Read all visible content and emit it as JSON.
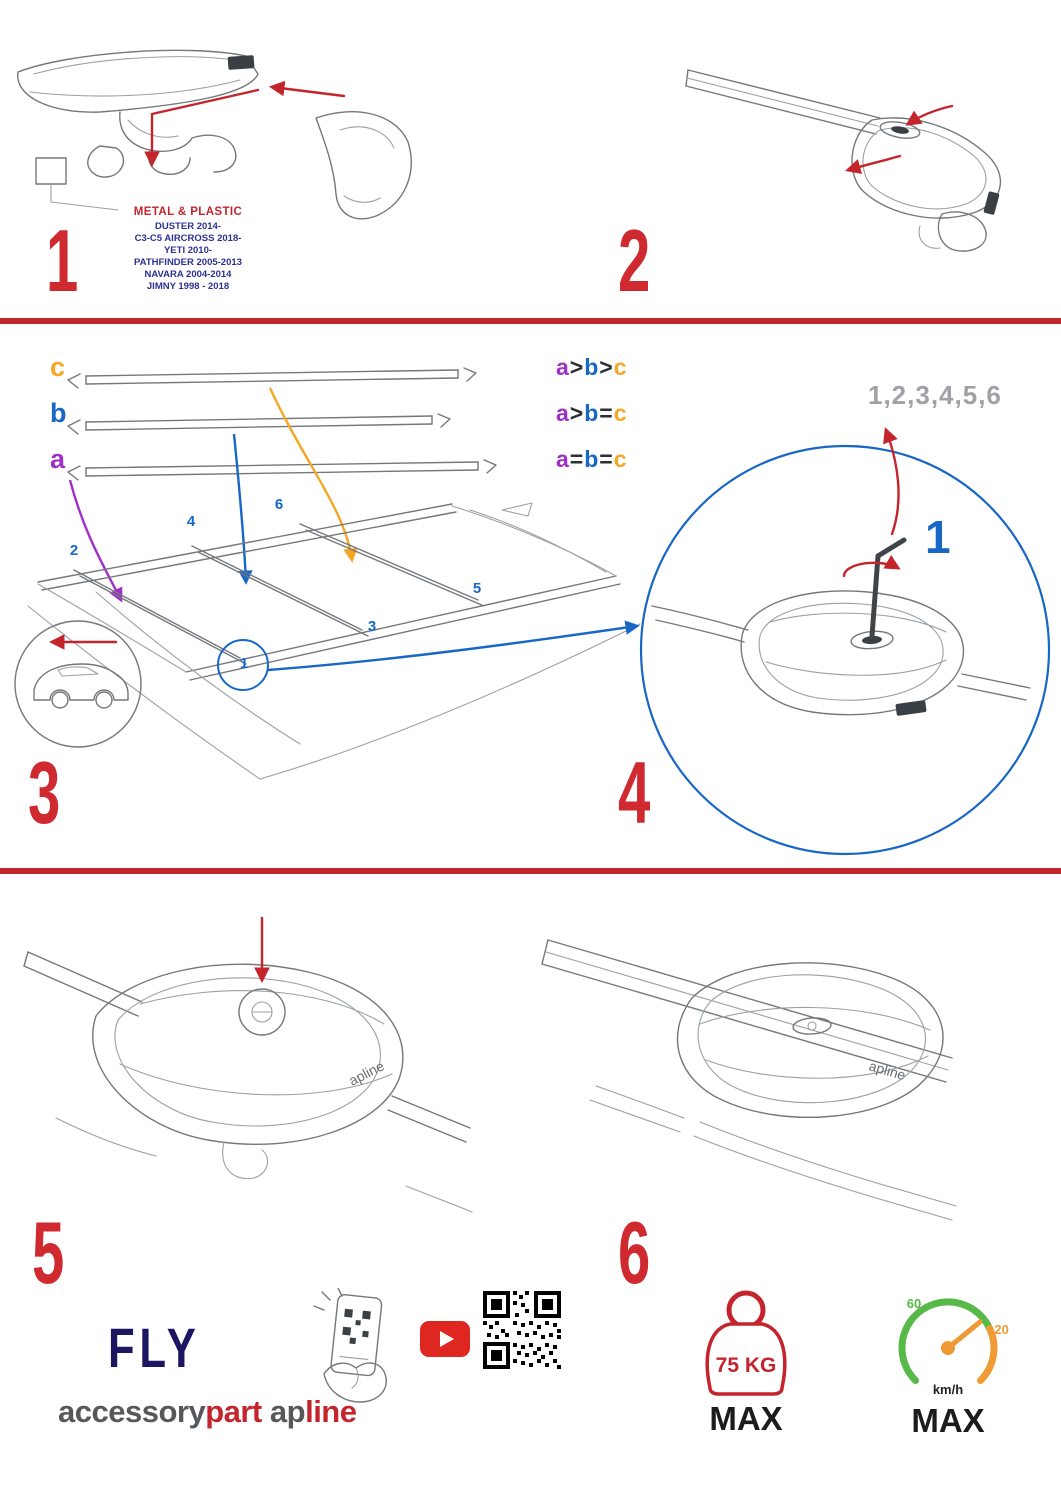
{
  "panels": {
    "p1": {
      "number": "1",
      "material_label": "METAL & PLASTIC",
      "models": [
        "DUSTER 2014-",
        "C3-C5 AIRCROSS 2018-",
        "YETI 2010-",
        "PATHFINDER 2005-2013",
        "NAVARA 2004-2014",
        "JIMNY 1998 - 2018"
      ]
    },
    "p2": {
      "number": "2"
    },
    "p3": {
      "number": "3",
      "bar_labels": [
        "c",
        "b",
        "a"
      ],
      "legend": [
        {
          "a": "a",
          "op1": ">",
          "b": "b",
          "op2": ">",
          "c": "c"
        },
        {
          "a": "a",
          "op1": ">",
          "b": "b",
          "op2": "=",
          "c": "c"
        },
        {
          "a": "a",
          "op1": "=",
          "b": "b",
          "op2": "=",
          "c": "c"
        }
      ],
      "positions": [
        "1",
        "2",
        "3",
        "4",
        "5",
        "6"
      ]
    },
    "p4": {
      "number": "4",
      "sequence": "1,2,3,4,5,6",
      "step": "1"
    },
    "p5": {
      "number": "5"
    },
    "p6": {
      "number": "6"
    }
  },
  "product_brand": "apline",
  "footer": {
    "brand": "FLY",
    "wordmark": {
      "accessory": "accessory",
      "part": "part",
      "ap": "ap",
      "line": "line"
    },
    "weight": {
      "value": "75 KG",
      "max": "MAX"
    },
    "speed": {
      "low": "60",
      "high": "120",
      "unit": "km/h",
      "max": "MAX"
    }
  }
}
